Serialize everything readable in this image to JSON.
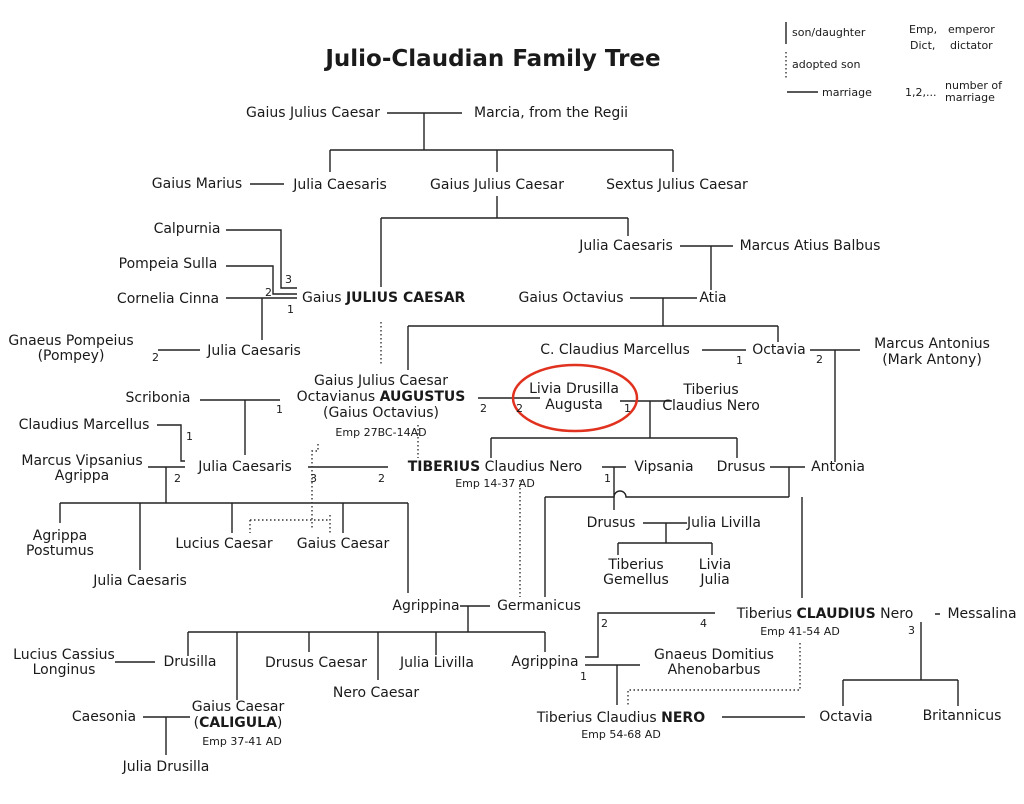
{
  "title": "Julio-Claudian Family Tree",
  "legend": {
    "son_daughter": "son/daughter",
    "adopted_son": "adopted son",
    "marriage": "marriage",
    "emp": "Emp,",
    "emp_desc": "emperor",
    "dict": "Dict,",
    "dict_desc": "dictator",
    "num": "1,2,...",
    "num_desc_1": "number of",
    "num_desc_2": "marriage"
  },
  "people": {
    "gjc_elder": "Gaius Julius Caesar",
    "marcia": "Marcia, from the Regii",
    "marius": "Gaius Marius",
    "julia1": "Julia Caesaris",
    "gjc_father": "Gaius Julius Caesar",
    "sextus": "Sextus Julius Caesar",
    "calpurnia": "Calpurnia",
    "pompeia": "Pompeia Sulla",
    "cornelia": "Cornelia Cinna",
    "caesar_pre": "Gaius ",
    "caesar_bold": "JULIUS CAESAR",
    "julia2": "Julia Caesaris",
    "balbus": "Marcus Atius Balbus",
    "octavius": "Gaius Octavius",
    "atia": "Atia",
    "pompey_1": "Gnaeus Pompeius",
    "pompey_2": "(Pompey)",
    "julia3": "Julia Caesaris",
    "marcellus_c": "C. Claudius Marcellus",
    "octavia1": "Octavia",
    "antonius_1": "Marcus Antonius",
    "antonius_2": "(Mark Antony)",
    "scribonia": "Scribonia",
    "augustus_1": "Gaius Julius Caesar",
    "augustus_2a": "Octavianus ",
    "augustus_2b": "AUGUSTUS",
    "augustus_3": "(Gaius Octavius)",
    "augustus_emp": "Emp 27BC-14AD",
    "livia_1": "Livia Drusilla",
    "livia_2": "Augusta",
    "tcn_1": "Tiberius",
    "tcn_2": "Claudius Nero",
    "claudius_marcellus": "Claudius Marcellus",
    "agrippa_1": "Marcus Vipsanius",
    "agrippa_2": "Agrippa",
    "julia4": "Julia Caesaris",
    "tiberius_bold": "TIBERIUS",
    "tiberius_rest": " Claudius Nero",
    "tiberius_emp": "Emp 14-37 AD",
    "vipsania": "Vipsania",
    "drusus1": "Drusus",
    "antonia": "Antonia",
    "drusus2": "Drusus",
    "julia_livilla1": "Julia Livilla",
    "gemellus_1": "Tiberius",
    "gemellus_2": "Gemellus",
    "livia_julia_1": "Livia",
    "livia_julia_2": "Julia",
    "postumus_1": "Agrippa",
    "postumus_2": "Postumus",
    "lucius": "Lucius Caesar",
    "gaius": "Gaius Caesar",
    "julia5": "Julia Caesaris",
    "agrippina1": "Agrippina",
    "germanicus": "Germanicus",
    "claudius_pre": "Tiberius ",
    "claudius_bold": "CLAUDIUS",
    "claudius_post": " Nero",
    "claudius_emp": "Emp 41-54 AD",
    "messalina": "Messalina",
    "longinus_1": "Lucius Cassius",
    "longinus_2": "Longinus",
    "drusilla": "Drusilla",
    "drusus_caesar": "Drusus Caesar",
    "julia_livilla2": "Julia Livilla",
    "agrippina2": "Agrippina",
    "ahenobarbus_1": "Gnaeus Domitius",
    "ahenobarbus_2": "Ahenobarbus",
    "nero_caesar": "Nero Caesar",
    "caligula_1": "Gaius Caesar",
    "caligula_2a": "(",
    "caligula_2b": "CALIGULA",
    "caligula_2c": ")",
    "caligula_emp": "Emp 37-41 AD",
    "caesonia": "Caesonia",
    "nero_pre": "Tiberius Claudius ",
    "nero_bold": "NERO",
    "nero_emp": "Emp 54-68 AD",
    "octavia2": "Octavia",
    "britannicus": "Britannicus",
    "julia_drusilla": "Julia Drusilla"
  },
  "marriage_numbers": [
    "3",
    "2",
    "1",
    "2",
    "1",
    "2",
    "1",
    "2",
    "2",
    "1",
    "1",
    "2",
    "3",
    "2",
    "1",
    "2",
    "4",
    "3",
    "1"
  ],
  "highlight_color": "#e0321f"
}
